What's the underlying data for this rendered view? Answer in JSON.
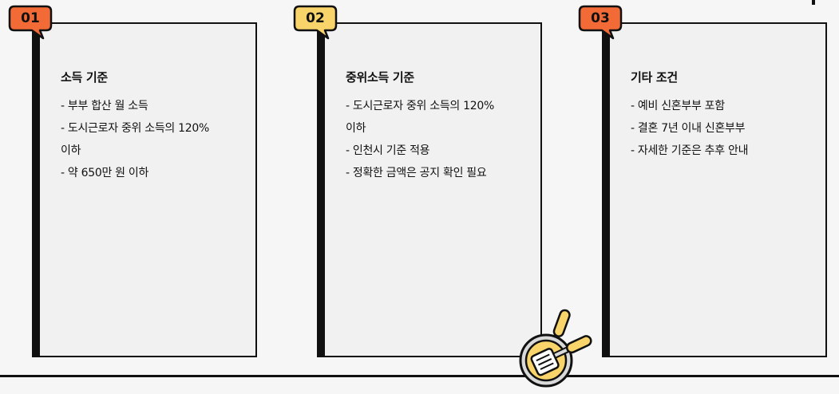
{
  "colors": {
    "badge_orange": "#f26a36",
    "badge_yellow": "#f9d46b",
    "outline": "#111111",
    "card_bg": "#f1f1f1",
    "page_bg": "#f6f6f6"
  },
  "cards": [
    {
      "badge": "01",
      "title": "소득 기준",
      "lines": [
        "- 부부 합산 월 소득",
        "- 도시근로자 중위 소득의 120%",
        "이하",
        "- 약 650만 원 이하"
      ]
    },
    {
      "badge": "02",
      "title": "중위소득 기준",
      "lines": [
        "- 도시근로자 중위 소득의 120%",
        "이하",
        "- 인천시 기준 적용",
        "- 정확한 금액은 공지 확인 필요"
      ]
    },
    {
      "badge": "03",
      "title": "기타 조건",
      "lines": [
        "- 예비 신혼부부 포함",
        "- 결혼 7년 이내 신혼부부",
        "- 자세한 기준은 추후 안내"
      ]
    }
  ],
  "icons": {
    "decoration": "frying-pan-spatula-icon"
  }
}
